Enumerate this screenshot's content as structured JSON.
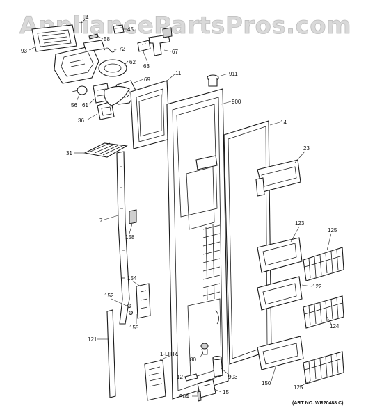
{
  "watermark": "AppliancePartsPros.com",
  "art_number": "(ART NO. WR20488 C)",
  "callouts": {
    "c4": "4",
    "c58": "58",
    "c45": "45",
    "c93": "93",
    "c72": "72",
    "c67": "67",
    "c63": "63",
    "c62": "62",
    "c69": "69",
    "c11": "11",
    "c911": "911",
    "c56": "56",
    "c61": "61",
    "c36": "36",
    "c900": "900",
    "c14": "14",
    "c23": "23",
    "c31": "31",
    "c7": "7",
    "c158": "158",
    "c123": "123",
    "c125a": "125",
    "c122": "122",
    "c154": "154",
    "c152": "152",
    "c155": "155",
    "c124": "124",
    "c121": "121",
    "c1litr": "1-LITR.",
    "c80": "80",
    "c12": "12",
    "c903": "903",
    "c150": "150",
    "c125b": "125",
    "c904": "904",
    "c15": "15"
  }
}
